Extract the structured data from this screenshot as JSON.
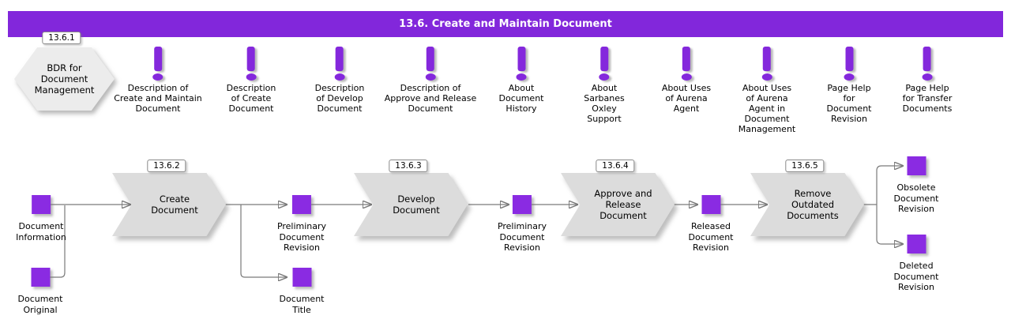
{
  "header": {
    "title": "13.6. Create and Maintain Document"
  },
  "bdr": {
    "badge": "13.6.1",
    "label": "BDR for\nDocument\nManagement"
  },
  "info_icons": [
    {
      "label": "Description of\nCreate and Maintain\nDocument"
    },
    {
      "label": "Description\nof Create\nDocument"
    },
    {
      "label": "Description\nof Develop\nDocument"
    },
    {
      "label": "Description of\nApprove and Release\nDocument"
    },
    {
      "label": "About\nDocument\nHistory"
    },
    {
      "label": "About\nSarbanes\nOxley\nSupport"
    },
    {
      "label": "About Uses\nof Aurena\nAgent"
    },
    {
      "label": "About Uses\nof Aurena\nAgent in\nDocument\nManagement"
    },
    {
      "label": "Page Help\nfor\nDocument\nRevision"
    },
    {
      "label": "Page Help\nfor Transfer\nDocuments"
    }
  ],
  "process": {
    "steps": [
      {
        "badge": "13.6.2",
        "label": "Create\nDocument"
      },
      {
        "badge": "13.6.3",
        "label": "Develop\nDocument"
      },
      {
        "badge": "13.6.4",
        "label": "Approve and\nRelease\nDocument"
      },
      {
        "badge": "13.6.5",
        "label": "Remove\nOutdated\nDocuments"
      }
    ],
    "artifacts": [
      {
        "label": "Document\nInformation"
      },
      {
        "label": "Document\nOriginal"
      },
      {
        "label": "Preliminary\nDocument\nRevision"
      },
      {
        "label": "Document\nTitle"
      },
      {
        "label": "Preliminary\nDocument\nRevision"
      },
      {
        "label": "Released\nDocument\nRevision"
      },
      {
        "label": "Obsolete\nDocument\nRevision"
      },
      {
        "label": "Deleted\nDocument\nRevision"
      }
    ]
  },
  "colors": {
    "header_bg": "#8227db",
    "accent_purple": "#8a2be2",
    "shape_gray": "#dcdcdc",
    "connector_gray": "#7a7a7a"
  }
}
